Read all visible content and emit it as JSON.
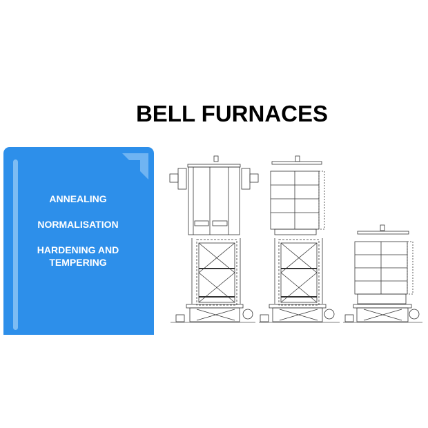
{
  "title": "BELL FURNACES",
  "card": {
    "color": "#2d8fea",
    "items": [
      {
        "label": "ANNEALING"
      },
      {
        "label": "NORMALISATION"
      },
      {
        "label": "HARDENING AND TEMPERING"
      }
    ]
  },
  "drawings": [
    {
      "name": "bell-furnace-with-burners"
    },
    {
      "name": "bell-furnace-with-panels"
    },
    {
      "name": "bell-furnace-installed"
    }
  ]
}
